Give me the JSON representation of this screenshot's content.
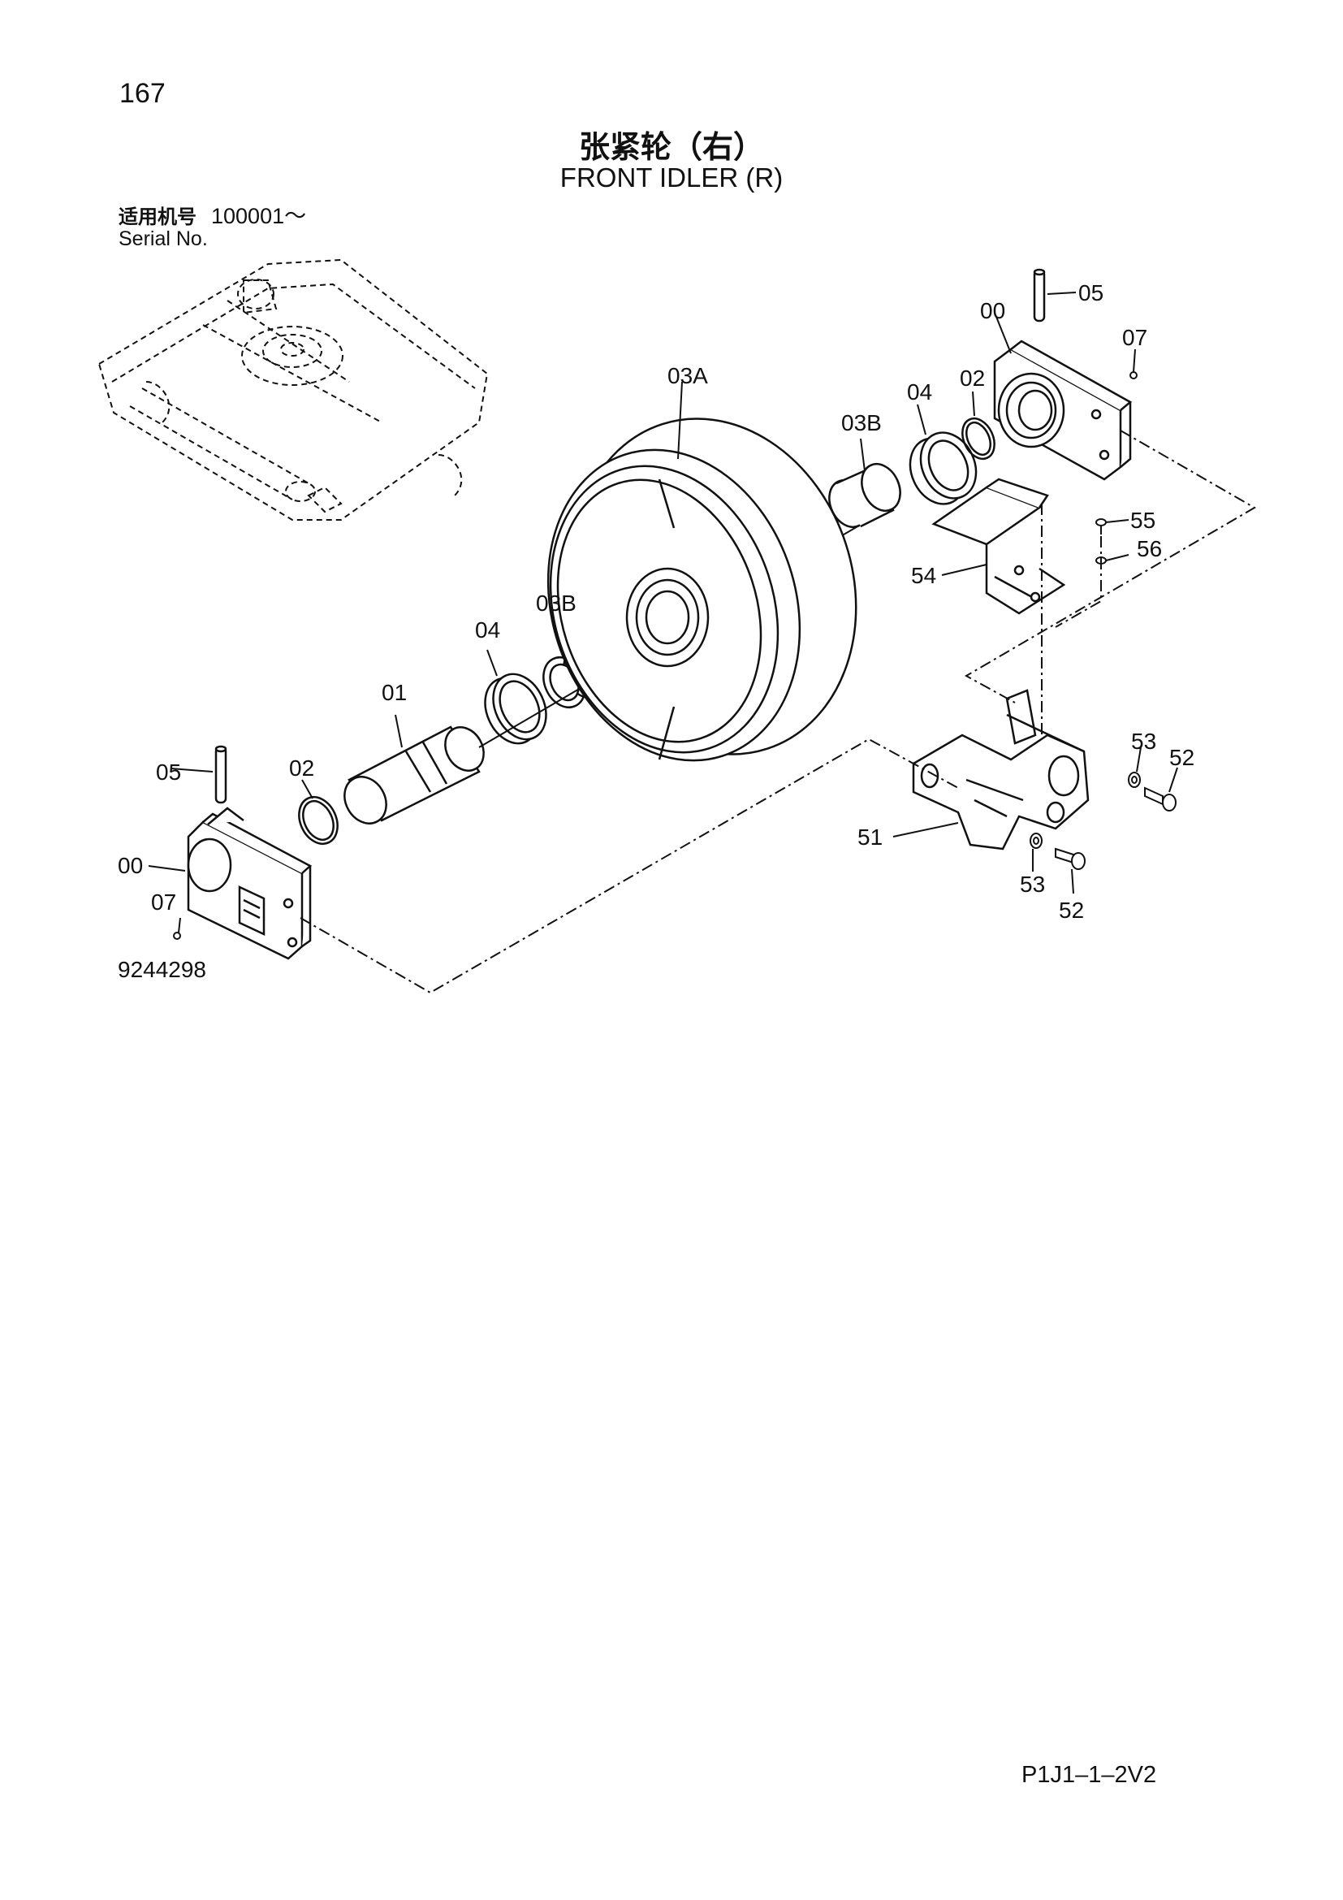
{
  "page_number": "167",
  "title_cn": "张紧轮（右）",
  "title_en": "FRONT IDLER (R)",
  "serial": {
    "label_cn": "适用机号",
    "range": "100001～",
    "label_en": "Serial No."
  },
  "callouts": {
    "c00_left": "00",
    "c00_right": "00",
    "c01": "01",
    "c02_left": "02",
    "c02_right": "02",
    "c03a": "03A",
    "c03b_left": "03B",
    "c03b_right": "03B",
    "c04_left": "04",
    "c04_right": "04",
    "c05_left": "05",
    "c05_right": "05",
    "c07_left": "07",
    "c07_right": "07",
    "c51": "51",
    "c52_upper": "52",
    "c52_lower": "52",
    "c53_upper": "53",
    "c53_lower": "53",
    "c54": "54",
    "c55": "55",
    "c56": "56"
  },
  "drawing_id": "9244298",
  "footer_code": "P1J1–1–2V2"
}
